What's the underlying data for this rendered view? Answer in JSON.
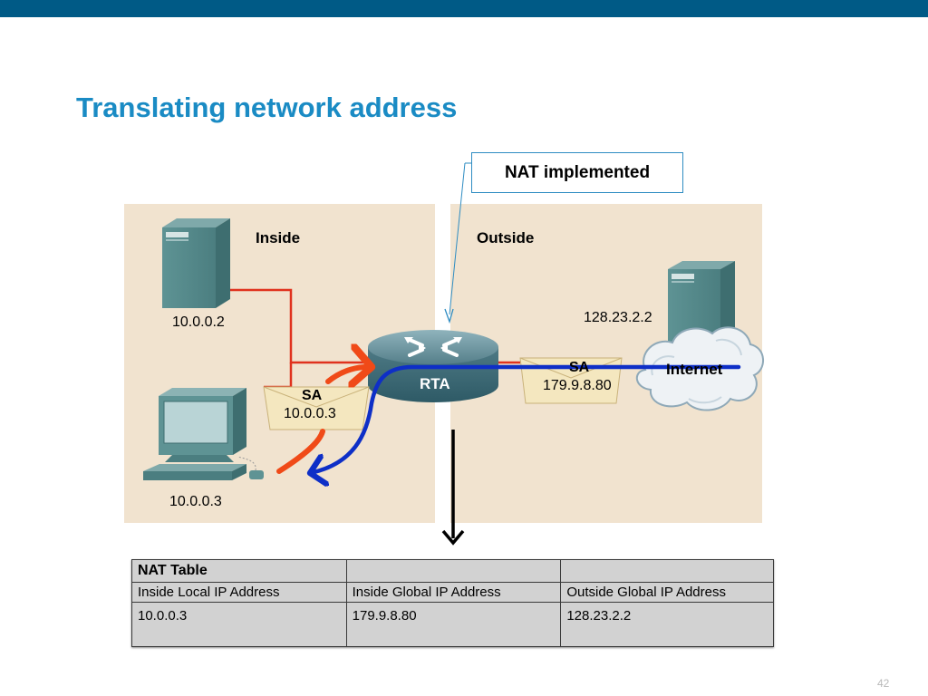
{
  "slide": {
    "title": "Translating network address",
    "page_number": "42",
    "accent_color": "#005A86",
    "title_color": "#1A8BC4"
  },
  "callout": {
    "text": "NAT implemented"
  },
  "diagram": {
    "inside_label": "Inside",
    "outside_label": "Outside",
    "inside_server_ip": "10.0.0.2",
    "inside_host_ip": "10.0.0.3",
    "outside_server_ip": "128.23.2.2",
    "router_label": "RTA",
    "cloud_label": "Internet",
    "packet_inside": {
      "label": "SA",
      "address": "10.0.0.3"
    },
    "packet_outside": {
      "label": "SA",
      "address": "179.9.8.80"
    },
    "icons": [
      "server-icon",
      "computer-icon",
      "router-icon",
      "cloud-icon",
      "envelope-icon",
      "arrow-icon"
    ],
    "colors": {
      "link": "#E0321E",
      "outbound_arrow": "#F04A18",
      "return_arrow": "#0E2FC7",
      "panel": "#F1E3CF"
    }
  },
  "nat_table": {
    "title": "NAT Table",
    "headers": [
      "Inside Local IP Address",
      "Inside Global IP Address",
      "Outside Global IP Address"
    ],
    "rows": [
      [
        "10.0.0.3",
        "179.9.8.80",
        "128.23.2.2"
      ]
    ]
  }
}
